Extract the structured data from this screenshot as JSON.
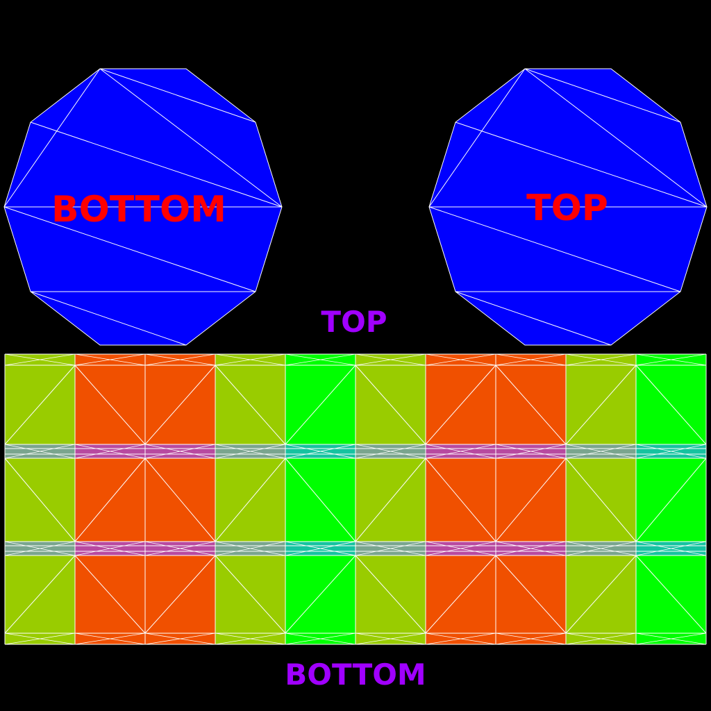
{
  "labels": {
    "bottom_cap": "BOTTOM",
    "top_cap": "TOP",
    "side_top": "TOP",
    "side_bottom": "BOTTOM"
  },
  "colors": {
    "background": "#000000",
    "cap_fill": "#0000ff",
    "cap_label": "#ff0000",
    "side_label": "#a000ff",
    "wire": "#ffffff",
    "yellow_green": "#99cc00",
    "orange_red": "#f05000",
    "green": "#00ff00",
    "magenta_band": "#b84aa0",
    "gray_band": "#7aa58e",
    "teal_band": "#16c3a0"
  },
  "texture": {
    "columns": 10,
    "rows": 3,
    "column_colors": [
      "yellow_green",
      "orange_red",
      "orange_red",
      "yellow_green",
      "green",
      "yellow_green",
      "orange_red",
      "orange_red",
      "yellow_green",
      "green"
    ],
    "band_colors": [
      "gray_band",
      "magenta_band",
      "magenta_band",
      "gray_band",
      "teal_band",
      "gray_band",
      "magenta_band",
      "magenta_band",
      "gray_band",
      "teal_band"
    ]
  }
}
